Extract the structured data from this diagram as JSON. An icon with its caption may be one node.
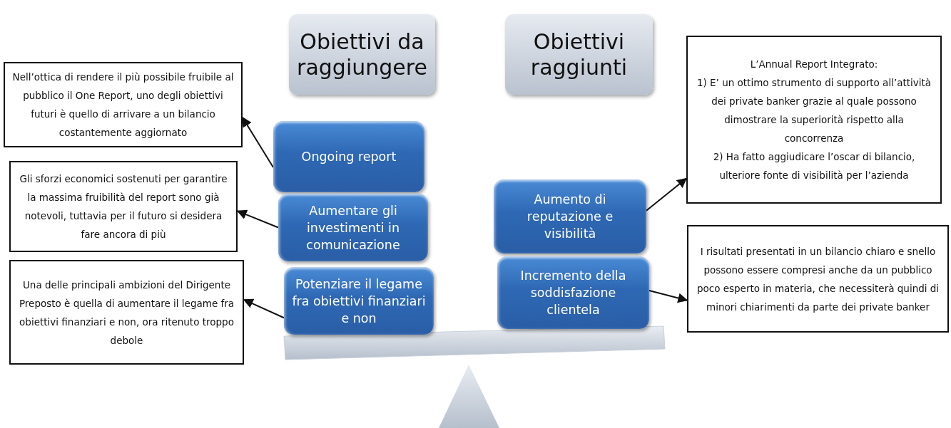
{
  "diagram": {
    "nodes": [
      {
        "text": [
          "Obiettivi da raggiungere"
        ]
      },
      {
        "text": [
          "Obiettivi raggiunti"
        ]
      },
      {
        "text": [
          "Nell’ottica di rendere il più possibile fruibile al pubblico il One Report, uno degli obiettivi futuri è quello di arrivare a un bilancio costantemente aggiornato"
        ]
      },
      {
        "text": [
          "Ongoing report"
        ]
      },
      {
        "text": [
          "Gli sforzi economici sostenuti per garantire la massima fruibilità del report sono già notevoli, tuttavia per il futuro si desidera fare ancora di più"
        ]
      },
      {
        "text": [
          "Aumentare gli investimenti in comunicazione"
        ]
      },
      {
        "text": [
          "Una delle principali ambizioni del Dirigente Preposto è quella di aumentare il legame fra obiettivi finanziari e non, ora ritenuto troppo debole"
        ]
      },
      {
        "text": [
          "Potenziare il legame fra obiettivi finanziari e non"
        ]
      },
      {
        "text": [
          "L’Annual Report Integrato:",
          "1) E’ un ottimo strumento di supporto all’attività dei private banker grazie al quale possono dimostrare la superiorità rispetto alla concorrenza",
          "2) Ha fatto aggiudicare l’oscar di bilancio, ulteriore fonte di visibilità per l’azienda"
        ]
      },
      {
        "text": [
          "Aumento di reputazione e visibilità"
        ]
      },
      {
        "text": [
          "I risultati presentati in un bilancio chiaro e snello possono essere compresi anche da un pubblico poco esperto in materia, che necessiterà quindi di minori chiarimenti da parte dei private banker"
        ]
      },
      {
        "text": [
          "Incremento della soddisfazione clientela"
        ]
      }
    ],
    "edges": [
      {
        "from": 3,
        "to": 2,
        "arrow": "to"
      },
      {
        "from": 5,
        "to": 4,
        "arrow": "to"
      },
      {
        "from": 7,
        "to": 6,
        "arrow": "to"
      },
      {
        "from": 9,
        "to": 8,
        "arrow": "to"
      },
      {
        "from": 11,
        "to": 10,
        "arrow": "to"
      }
    ]
  }
}
